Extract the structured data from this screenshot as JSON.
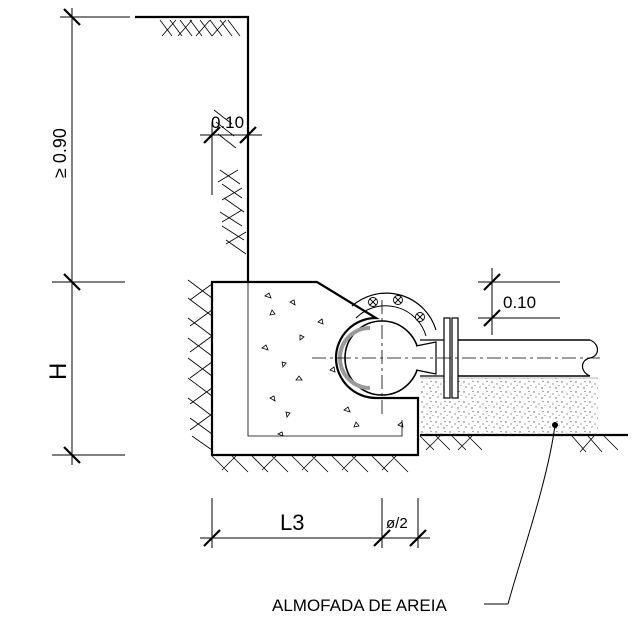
{
  "dimensions": {
    "depth_min": "≥ 0.90",
    "wall_offset": "0.10",
    "height": "H",
    "pipe_offset": "0.10",
    "length": "L3",
    "half_diameter": "ø/2"
  },
  "labels": {
    "sand_bed": "ALMOFADA DE AREIA"
  }
}
